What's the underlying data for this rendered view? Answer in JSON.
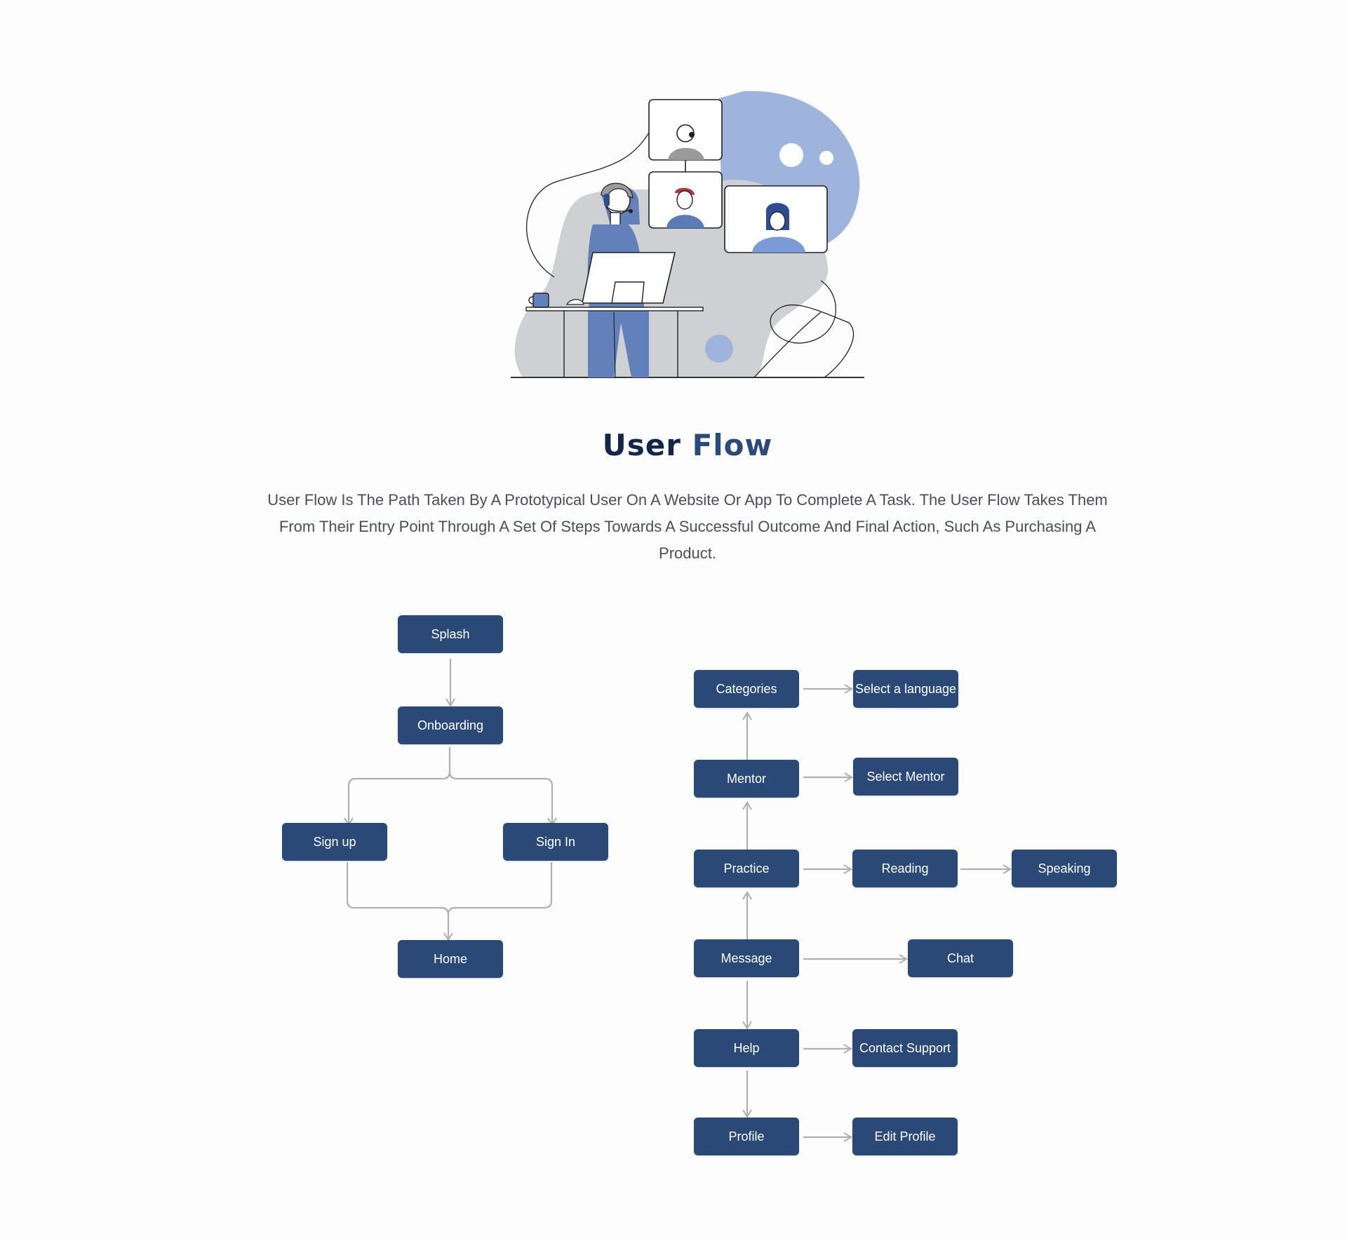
{
  "header": {
    "title_part1": "User",
    "title_part2": "Flow",
    "description": "User Flow Is The Path Taken By A Prototypical User On A Website Or App To Complete A Task. The User Flow Takes Them From Their Entry Point Through A Set Of Steps Towards A Successful Outcome And Final Action, Such As Purchasing A Product."
  },
  "colors": {
    "node_fill": "#2a4977",
    "node_text": "#ffffff",
    "connector": "#b0b0b0",
    "title_dark": "#14254b",
    "title_accent": "#2a4a7c",
    "blob_blue": "#9fb4dc",
    "blob_gray": "#cfd0d4"
  },
  "illustration": {
    "icon": "video-call-support-illustration"
  },
  "flow_left": {
    "splash": "Splash",
    "onboarding": "Onboarding",
    "signup": "Sign up",
    "signin": "Sign In",
    "home": "Home"
  },
  "flow_right": {
    "categories": "Categories",
    "select_language": "Select a language",
    "mentor": "Mentor",
    "select_mentor": "Select Mentor",
    "practice": "Practice",
    "reading": "Reading",
    "speaking": "Speaking",
    "message": "Message",
    "chat": "Chat",
    "help": "Help",
    "contact_support": "Contact Support",
    "profile": "Profile",
    "edit_profile": "Edit Profile"
  }
}
